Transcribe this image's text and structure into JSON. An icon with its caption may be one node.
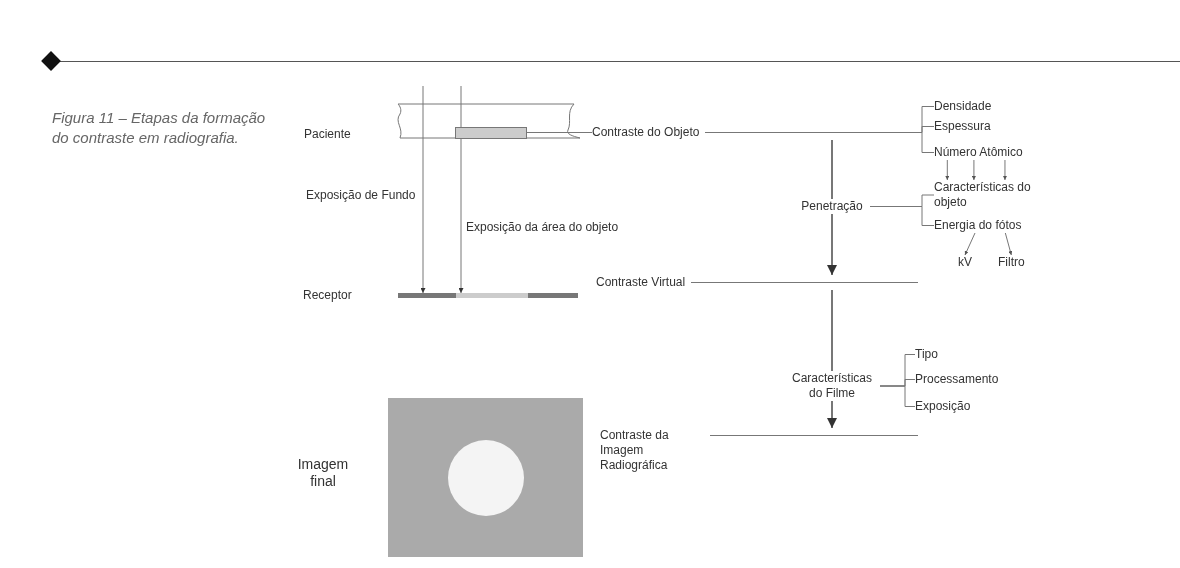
{
  "diagram": {
    "caption": "Figura 11 – Etapas da formação do contraste em radiografia.",
    "nodes": [
      {
        "text": [
          "Contraste do Objeto"
        ]
      },
      {
        "text": [],
        "shape": "box"
      },
      {
        "text": [
          "Densidade"
        ]
      },
      {
        "text": [
          "Espessura"
        ]
      },
      {
        "text": [
          "Número Atômico"
        ]
      },
      {
        "text": [
          "Penetração"
        ]
      },
      {
        "text": [
          "Características do objeto"
        ]
      },
      {
        "text": [
          "Energia do fótos"
        ]
      },
      {
        "text": [
          "kV"
        ]
      },
      {
        "text": [
          "Filtro"
        ]
      },
      {
        "text": [
          "Contraste Virtual"
        ]
      },
      {
        "text": [
          "Características do Filme"
        ]
      },
      {
        "text": [
          "Tipo"
        ]
      },
      {
        "text": [
          "Processamento"
        ]
      },
      {
        "text": [
          "Exposição"
        ]
      },
      {
        "text": [
          "Contraste da Imagem Radiográfica"
        ]
      },
      {
        "text": [],
        "shape": "bar"
      }
    ],
    "edges": [
      {
        "from": 0,
        "to": 1,
        "arrow": "none"
      },
      {
        "from": 0,
        "to": 2,
        "arrow": "none"
      },
      {
        "from": 0,
        "to": 3,
        "arrow": "none"
      },
      {
        "from": 0,
        "to": 4,
        "arrow": "none"
      },
      {
        "from": 4,
        "to": 6,
        "arrow": "to"
      },
      {
        "from": 4,
        "to": 6,
        "arrow": "to"
      },
      {
        "from": 4,
        "to": 6,
        "arrow": "to"
      },
      {
        "from": 5,
        "to": 6,
        "arrow": "none"
      },
      {
        "from": 5,
        "to": 7,
        "arrow": "none"
      },
      {
        "from": 7,
        "to": 8,
        "arrow": "to"
      },
      {
        "from": 7,
        "to": 9,
        "arrow": "to"
      },
      {
        "from": 0,
        "to": 5,
        "arrow": "none"
      },
      {
        "from": 5,
        "to": 10,
        "arrow": "to"
      },
      {
        "from": 10,
        "to": 11,
        "arrow": "none"
      },
      {
        "from": 11,
        "to": 15,
        "arrow": "to"
      },
      {
        "from": 11,
        "to": 12,
        "arrow": "none"
      },
      {
        "from": 11,
        "to": 13,
        "arrow": "none"
      },
      {
        "from": 11,
        "to": 14,
        "arrow": "none"
      },
      {
        "from": null,
        "to": 16,
        "arrow": "to"
      },
      {
        "from": null,
        "to": 16,
        "arrow": "to"
      }
    ],
    "labels": [
      "Paciente",
      "Exposição de Fundo",
      "Exposição da área do objeto",
      "Receptor",
      "Imagem final"
    ]
  }
}
